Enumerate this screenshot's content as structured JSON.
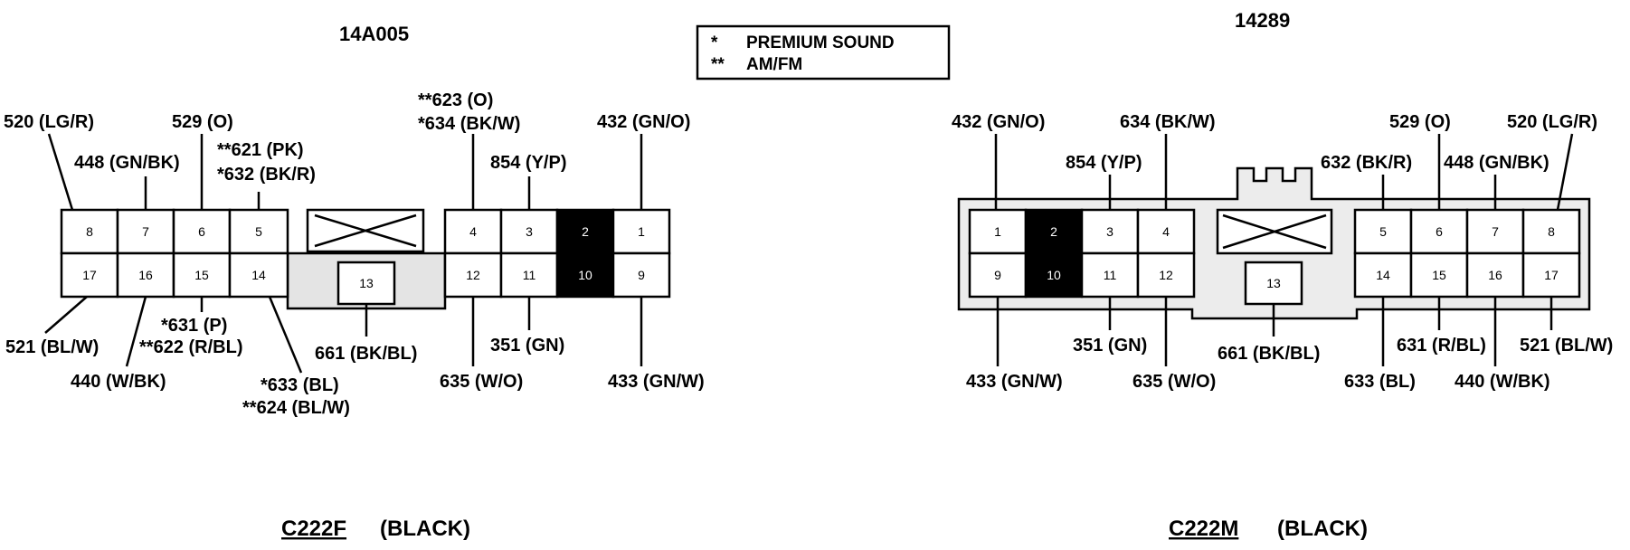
{
  "legend": {
    "line1_mark": "*",
    "line1_text": "PREMIUM SOUND",
    "line2_mark": "**",
    "line2_text": "AM/FM"
  },
  "left_connector": {
    "part_number": "14A005",
    "name": "C222F",
    "color": "(BLACK)",
    "pins": {
      "p1": "1",
      "p2": "2",
      "p3": "3",
      "p4": "4",
      "p5": "5",
      "p6": "6",
      "p7": "7",
      "p8": "8",
      "p9": "9",
      "p10": "10",
      "p11": "11",
      "p12": "12",
      "p13": "13",
      "p14": "14",
      "p15": "15",
      "p16": "16",
      "p17": "17"
    },
    "wires": {
      "w520": "520 (LG/R)",
      "w448": "448 (GN/BK)",
      "w529": "529 (O)",
      "w621": "**621 (PK)",
      "w632": "*632 (BK/R)",
      "w623": "**623 (O)",
      "w634": "*634 (BK/W)",
      "w854": "854 (Y/P)",
      "w432": "432 (GN/O)",
      "w521": "521 (BL/W)",
      "w440": "440 (W/BK)",
      "w631": "*631 (P)",
      "w622": "**622 (R/BL)",
      "w633": "*633 (BL)",
      "w624": "**624 (BL/W)",
      "w661": "661 (BK/BL)",
      "w635": "635 (W/O)",
      "w351": "351 (GN)",
      "w433": "433 (GN/W)"
    }
  },
  "right_connector": {
    "part_number": "14289",
    "name": "C222M",
    "color": "(BLACK)",
    "pins": {
      "p1": "1",
      "p2": "2",
      "p3": "3",
      "p4": "4",
      "p5": "5",
      "p6": "6",
      "p7": "7",
      "p8": "8",
      "p9": "9",
      "p10": "10",
      "p11": "11",
      "p12": "12",
      "p13": "13",
      "p14": "14",
      "p15": "15",
      "p16": "16",
      "p17": "17"
    },
    "wires": {
      "w432": "432 (GN/O)",
      "w634": "634 (BK/W)",
      "w854": "854 (Y/P)",
      "w632": "632 (BK/R)",
      "w529": "529 (O)",
      "w448": "448 (GN/BK)",
      "w520": "520 (LG/R)",
      "w351": "351 (GN)",
      "w661": "661 (BK/BL)",
      "w631": "631 (R/BL)",
      "w521": "521 (BL/W)",
      "w433": "433 (GN/W)",
      "w635": "635 (W/O)",
      "w633": "633 (BL)",
      "w440": "440 (W/BK)"
    }
  }
}
